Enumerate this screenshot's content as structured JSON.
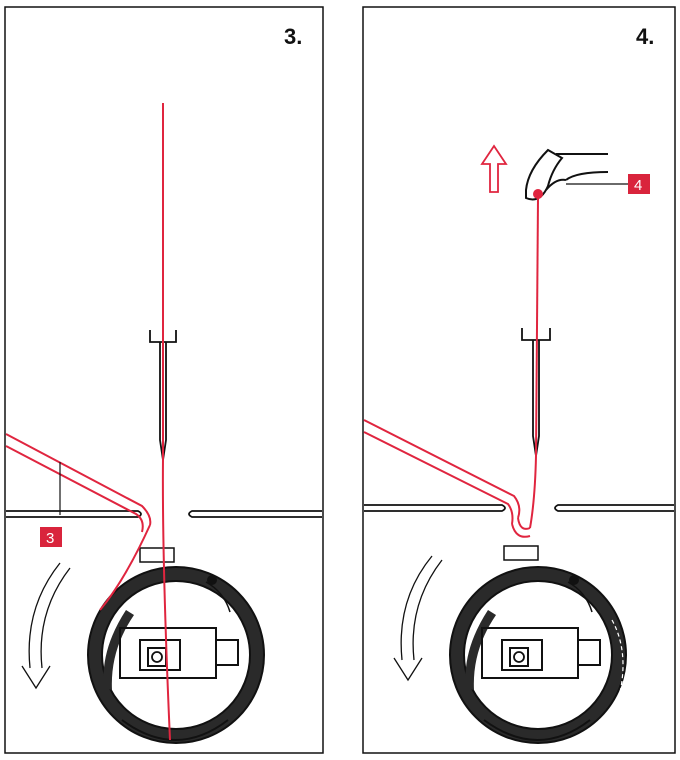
{
  "panels": [
    {
      "step": "3.",
      "callout": "3"
    },
    {
      "step": "4.",
      "callout": "4"
    }
  ],
  "colors": {
    "thread": "#e0253f",
    "callout_bg": "#d9243c",
    "line": "#111111",
    "background": "#ffffff"
  }
}
